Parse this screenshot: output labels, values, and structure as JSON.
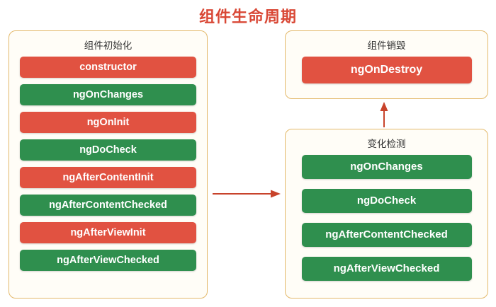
{
  "title": "组件生命周期",
  "accent_color": "#d94836",
  "panel_border_color": "#e3b96b",
  "red": "#e15241",
  "green": "#2f8f4e",
  "panels": {
    "init": {
      "title": "组件初始化",
      "stages": [
        {
          "label": "constructor",
          "color": "red"
        },
        {
          "label": "ngOnChanges",
          "color": "green"
        },
        {
          "label": "ngOnInit",
          "color": "red"
        },
        {
          "label": "ngDoCheck",
          "color": "green"
        },
        {
          "label": "ngAfterContentInit",
          "color": "red"
        },
        {
          "label": "ngAfterContentChecked",
          "color": "green"
        },
        {
          "label": "ngAfterViewInit",
          "color": "red"
        },
        {
          "label": "ngAfterViewChecked",
          "color": "green"
        }
      ]
    },
    "destroy": {
      "title": "组件销毁",
      "stages": [
        {
          "label": "ngOnDestroy",
          "color": "red"
        }
      ]
    },
    "change": {
      "title": "变化检测",
      "stages": [
        {
          "label": "ngOnChanges",
          "color": "green"
        },
        {
          "label": "ngDoCheck",
          "color": "green"
        },
        {
          "label": "ngAfterContentChecked",
          "color": "green"
        },
        {
          "label": "ngAfterViewChecked",
          "color": "green"
        }
      ]
    }
  }
}
